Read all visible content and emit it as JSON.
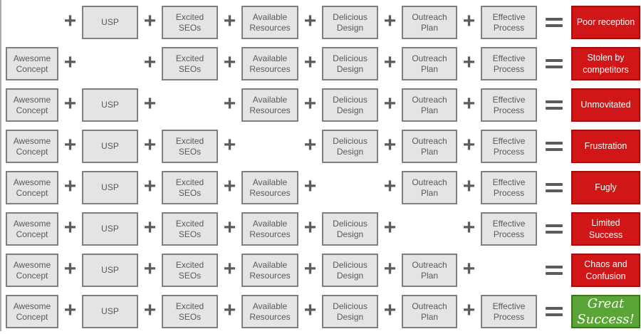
{
  "palette": {
    "box_fill": "#e4e4e4",
    "box_border": "#7f7f7f",
    "box_text": "#595959",
    "operator": "#5c5c5c",
    "fail_fill": "#d01616",
    "fail_border": "#9e1010",
    "success_fill": "#5ba437",
    "success_border": "#3c7420",
    "result_text": "#ffffff",
    "edge": "#ababab"
  },
  "columns": [
    "Awesome Concept",
    "USP",
    "Excited SEOs",
    "Available Resources",
    "Delicious Design",
    "Outreach Plan",
    "Effective Process"
  ],
  "operators": {
    "plus": "+",
    "equals": "="
  },
  "rows": [
    {
      "missing": 0,
      "result": "Poor reception",
      "type": "fail"
    },
    {
      "missing": 1,
      "result": "Stolen by competitors",
      "type": "fail"
    },
    {
      "missing": 2,
      "result": "Unmovitated",
      "type": "fail"
    },
    {
      "missing": 3,
      "result": "Frustration",
      "type": "fail"
    },
    {
      "missing": 4,
      "result": "Fugly",
      "type": "fail"
    },
    {
      "missing": 5,
      "result": "Limited Success",
      "type": "fail"
    },
    {
      "missing": 6,
      "result": "Chaos and Confusion",
      "type": "fail"
    },
    {
      "missing": null,
      "result": "Great Success!",
      "type": "success"
    }
  ]
}
